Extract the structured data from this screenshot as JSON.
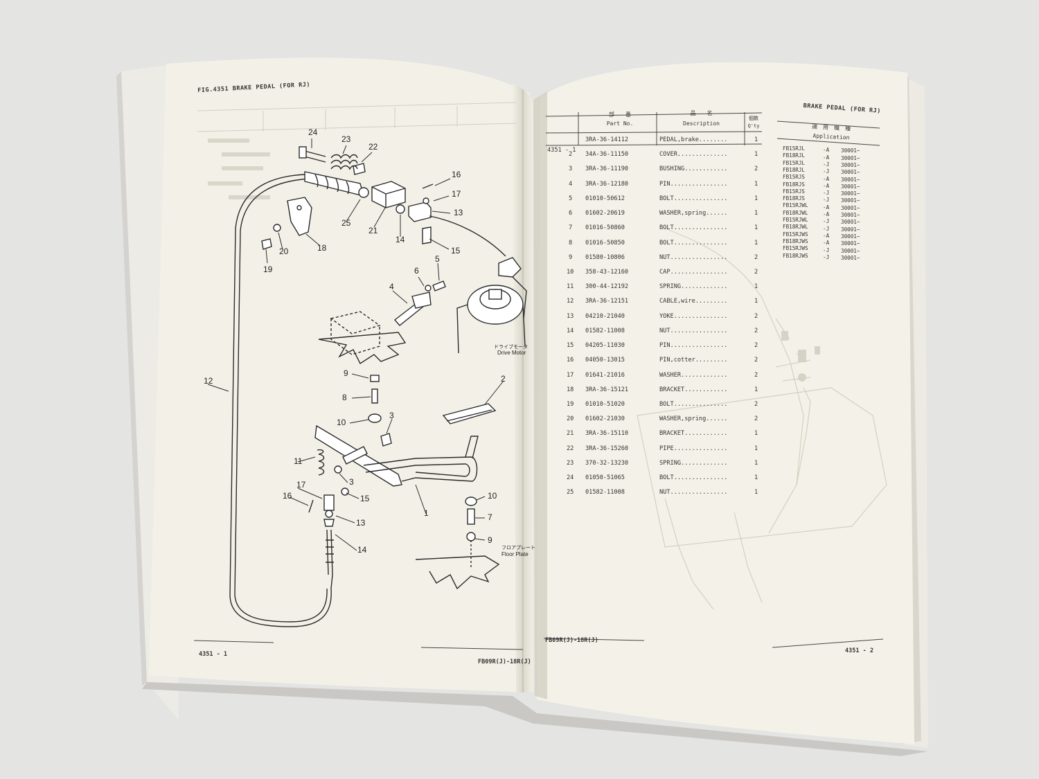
{
  "left_page": {
    "header": "FIG.4351  BRAKE PEDAL (FOR RJ)",
    "footer_page": "4351 - 1",
    "footer_model": "FB09R(J)-18R(J)",
    "drive_motor_jp": "ドライブモータ",
    "drive_motor": "Drive Motor",
    "floor_plate_jp": "フロアプレート",
    "floor_plate": "Floor Plate",
    "callouts": [
      "24",
      "23",
      "22",
      "16",
      "17",
      "13",
      "25",
      "21",
      "14",
      "15",
      "18",
      "20",
      "19",
      "6",
      "5",
      "4",
      "9",
      "8",
      "10",
      "3",
      "12",
      "2",
      "11",
      "17",
      "16",
      "3",
      "15",
      "13",
      "14",
      "1",
      "10",
      "7",
      "9"
    ]
  },
  "right_page": {
    "header": "BRAKE PEDAL (FOR RJ)",
    "col_part_jp": "部　　番",
    "col_part": "Part No.",
    "col_desc_jp": "品　　名",
    "col_desc": "Description",
    "col_qty_jp": "個数",
    "col_qty": "Q'ty",
    "col_app_jp": "適　用　機　種",
    "col_app": "Application",
    "fig_ref": "4351 - 1",
    "rows": [
      {
        "no": "",
        "part": "3RA-36-14112",
        "desc": "PEDAL,brake........",
        "qty": "1"
      },
      {
        "no": "2",
        "part": "34A-36-11150",
        "desc": "COVER..............",
        "qty": "1"
      },
      {
        "no": "3",
        "part": "3RA-36-11190",
        "desc": "BUSHING............",
        "qty": "2"
      },
      {
        "no": "4",
        "part": "3RA-36-12180",
        "desc": "PIN................",
        "qty": "1"
      },
      {
        "no": "5",
        "part": "01010-50612",
        "desc": "BOLT...............",
        "qty": "1"
      },
      {
        "no": "6",
        "part": "01602-20619",
        "desc": "WASHER,spring......",
        "qty": "1"
      },
      {
        "no": "7",
        "part": "01016-50860",
        "desc": "BOLT...............",
        "qty": "1"
      },
      {
        "no": "8",
        "part": "01016-50850",
        "desc": "BOLT...............",
        "qty": "1"
      },
      {
        "no": "9",
        "part": "01580-10806",
        "desc": "NUT................",
        "qty": "2"
      },
      {
        "no": "10",
        "part": "358-43-12160",
        "desc": "CAP................",
        "qty": "2"
      },
      {
        "no": "11",
        "part": "300-44-12192",
        "desc": "SPRING.............",
        "qty": "1"
      },
      {
        "no": "12",
        "part": "3RA-36-12151",
        "desc": "CABLE,wire.........",
        "qty": "1"
      },
      {
        "no": "13",
        "part": "04210-21040",
        "desc": "YOKE...............",
        "qty": "2"
      },
      {
        "no": "14",
        "part": "01582-11008",
        "desc": "NUT................",
        "qty": "2"
      },
      {
        "no": "15",
        "part": "04205-11030",
        "desc": "PIN................",
        "qty": "2"
      },
      {
        "no": "16",
        "part": "04050-13015",
        "desc": "PIN,cotter.........",
        "qty": "2"
      },
      {
        "no": "17",
        "part": "01641-21016",
        "desc": "WASHER.............",
        "qty": "2"
      },
      {
        "no": "18",
        "part": "3RA-36-15121",
        "desc": "BRACKET............",
        "qty": "1"
      },
      {
        "no": "19",
        "part": "01010-51020",
        "desc": "BOLT...............",
        "qty": "2"
      },
      {
        "no": "20",
        "part": "01602-21030",
        "desc": "WASHER,spring......",
        "qty": "2"
      },
      {
        "no": "21",
        "part": "3RA-36-15110",
        "desc": "BRACKET............",
        "qty": "1"
      },
      {
        "no": "22",
        "part": "3RA-36-15260",
        "desc": "PIPE...............",
        "qty": "1"
      },
      {
        "no": "23",
        "part": "370-32-13230",
        "desc": "SPRING.............",
        "qty": "1"
      },
      {
        "no": "24",
        "part": "01050-51065",
        "desc": "BOLT...............",
        "qty": "1"
      },
      {
        "no": "25",
        "part": "01582-11008",
        "desc": "NUT................",
        "qty": "1"
      }
    ],
    "applications": [
      {
        "model": "FB15RJL",
        "suffix": "-A",
        "serial": "30001~"
      },
      {
        "model": "FB18RJL",
        "suffix": "-A",
        "serial": "30001~"
      },
      {
        "model": "FB15RJL",
        "suffix": "-J",
        "serial": "30001~"
      },
      {
        "model": "FB18RJL",
        "suffix": "-J",
        "serial": "30001~"
      },
      {
        "model": "FB15RJS",
        "suffix": "-A",
        "serial": "30001~"
      },
      {
        "model": "FB18RJS",
        "suffix": "-A",
        "serial": "30001~"
      },
      {
        "model": "FB15RJS",
        "suffix": "-J",
        "serial": "30001~"
      },
      {
        "model": "FB18RJS",
        "suffix": "-J",
        "serial": "30001~"
      },
      {
        "model": "FB15RJWL",
        "suffix": "-A",
        "serial": "30001~"
      },
      {
        "model": "FB18RJWL",
        "suffix": "-A",
        "serial": "30001~"
      },
      {
        "model": "FB15RJWL",
        "suffix": "-J",
        "serial": "30001~"
      },
      {
        "model": "FB18RJWL",
        "suffix": "-J",
        "serial": "30001~"
      },
      {
        "model": "FB15RJWS",
        "suffix": "-A",
        "serial": "30001~"
      },
      {
        "model": "FB18RJWS",
        "suffix": "-A",
        "serial": "30001~"
      },
      {
        "model": "FB15RJWS",
        "suffix": "-J",
        "serial": "30001~"
      },
      {
        "model": "FB18RJWS",
        "suffix": "-J",
        "serial": "30001~"
      }
    ],
    "footer_model": "FB09R(J)-18R(J)",
    "footer_page": "4351 - 2"
  },
  "colors": {
    "background": "#e4e4e2",
    "paper": "#f3f1e7",
    "ink": "#333333"
  }
}
